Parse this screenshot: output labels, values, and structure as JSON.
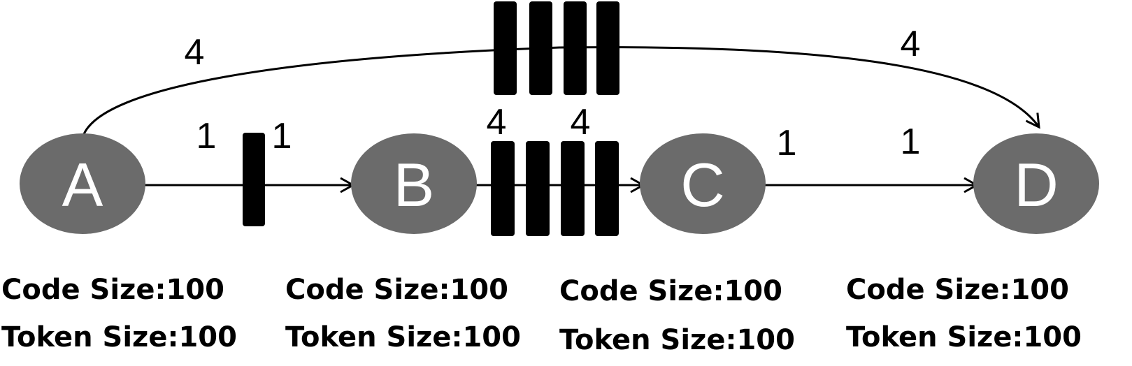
{
  "actors": [
    {
      "id": "A",
      "label": "A",
      "code_size_label": "Code Size:100",
      "token_size_label": "Token Size:100"
    },
    {
      "id": "B",
      "label": "B",
      "code_size_label": "Code Size:100",
      "token_size_label": "Token Size:100"
    },
    {
      "id": "C",
      "label": "C",
      "code_size_label": "Code Size:100",
      "token_size_label": "Token Size:100"
    },
    {
      "id": "D",
      "label": "D",
      "code_size_label": "Code Size:100",
      "token_size_label": "Token Size:100"
    }
  ],
  "channels": [
    {
      "from": "A",
      "to": "D",
      "production_rate": "4",
      "consumption_rate": "4",
      "initial_tokens": 4
    },
    {
      "from": "A",
      "to": "B",
      "production_rate": "1",
      "consumption_rate": "1",
      "initial_tokens": 1
    },
    {
      "from": "B",
      "to": "C",
      "production_rate": "4",
      "consumption_rate": "4",
      "initial_tokens": 4
    },
    {
      "from": "C",
      "to": "D",
      "production_rate": "1",
      "consumption_rate": "1",
      "initial_tokens": 0
    }
  ],
  "colors": {
    "node_fill": "#6b6b6b",
    "node_text": "#ffffff",
    "edge": "#000000",
    "token": "#000000"
  }
}
